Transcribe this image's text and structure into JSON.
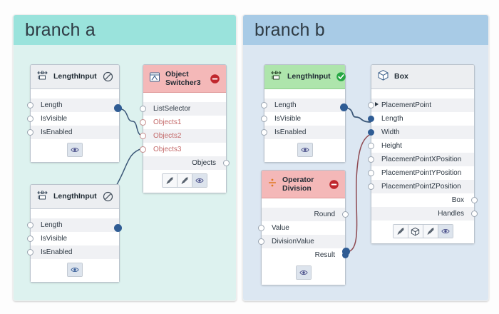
{
  "canvas": {
    "background": "#fdfdfd",
    "branches": [
      {
        "id": "branch-a",
        "title": "branch a",
        "header_color": "#9ae3dc",
        "body_color": "#ddf2ef"
      },
      {
        "id": "branch-b",
        "title": "branch b",
        "header_color": "#a8cbe6",
        "body_color": "#dce7f2"
      }
    ]
  },
  "nodes": {
    "length_input_a1": {
      "title": "LengthInput",
      "header_style": "grey",
      "badge": "disabled-icon",
      "icon": "length-input-icon",
      "inputs": [
        "Length",
        "IsVisible",
        "IsEnabled"
      ],
      "outputs": [],
      "tools": [
        "eye-icon"
      ]
    },
    "object_switcher": {
      "title": "Object\nSwitcher3",
      "header_style": "red",
      "badge": "error-minus-icon",
      "icon": "object-switcher-icon",
      "inputs": [
        "ListSelector",
        "Objects1",
        "Objects2",
        "Objects3"
      ],
      "outputs": [
        "Objects"
      ],
      "tools": [
        "pencil-off-icon",
        "pencil-off-icon",
        "eye-icon"
      ]
    },
    "length_input_a2": {
      "title": "LengthInput",
      "header_style": "grey",
      "badge": "disabled-icon",
      "icon": "length-input-icon",
      "inputs": [
        "Length",
        "IsVisible",
        "IsEnabled"
      ],
      "outputs": [],
      "tools": [
        "eye-icon"
      ]
    },
    "length_input_b1": {
      "title": "LengthInput",
      "header_style": "green",
      "badge": "check-icon",
      "icon": "length-input-icon",
      "inputs": [
        "Length",
        "IsVisible",
        "IsEnabled"
      ],
      "outputs": [],
      "tools": [
        "eye-icon"
      ]
    },
    "operator_division": {
      "title": "Operator\nDivision",
      "header_style": "red",
      "badge": "error-minus-icon",
      "icon": "division-icon",
      "rows": [
        "Round",
        "Value",
        "DivisionValue",
        "Result"
      ],
      "tools": [
        "eye-icon"
      ]
    },
    "box": {
      "title": "Box",
      "header_style": "grey",
      "badge": "",
      "icon": "cube-icon",
      "inputs": [
        "PlacementPoint",
        "Length",
        "Width",
        "Height",
        "PlacementPointXPosition",
        "PlacementPointYPosition",
        "PlacementPointZPosition"
      ],
      "outputs": [
        "Box",
        "Handles"
      ],
      "tools": [
        "pencil-off-icon",
        "cube-icon",
        "pencil-off-icon",
        "eye-icon"
      ]
    }
  },
  "colors": {
    "wire_blue": "#3c5878",
    "wire_red": "#8e4a52",
    "port_filled": "#2f5c94",
    "port_empty_border": "#9aa4b0",
    "label_red": "#c46a6a",
    "badge_red": "#c0272d",
    "badge_green": "#27a744"
  }
}
